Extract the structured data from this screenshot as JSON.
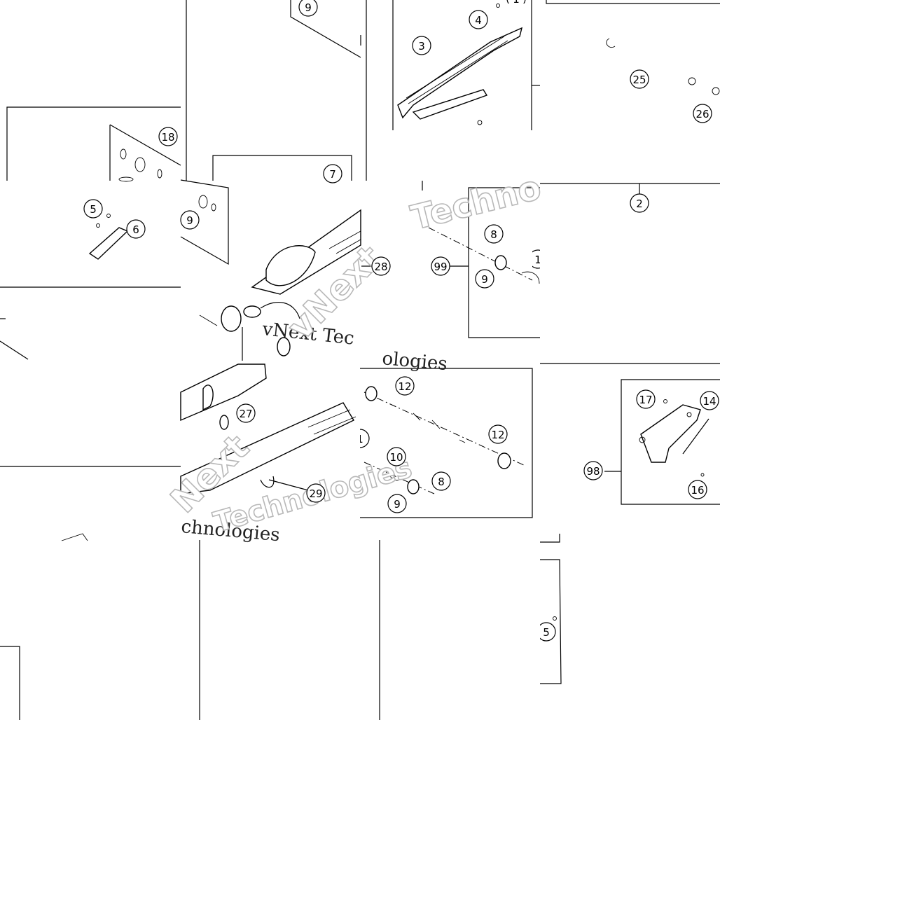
{
  "diagram": {
    "callouts": [
      "9",
      "4",
      "3",
      "25",
      "26",
      "18",
      "7",
      "5",
      "6",
      "9",
      "2",
      "8",
      "28",
      "99",
      "9",
      "12",
      "27",
      "10",
      "12",
      "8",
      "29",
      "9",
      "17",
      "14",
      "98",
      "16"
    ],
    "partial_callouts": [
      "1",
      "1",
      "1",
      "5"
    ],
    "watermarks": [
      "Techno",
      "vNext Tec",
      "Next",
      "ologies",
      "vNext",
      "chnologies",
      "Technologies"
    ]
  }
}
